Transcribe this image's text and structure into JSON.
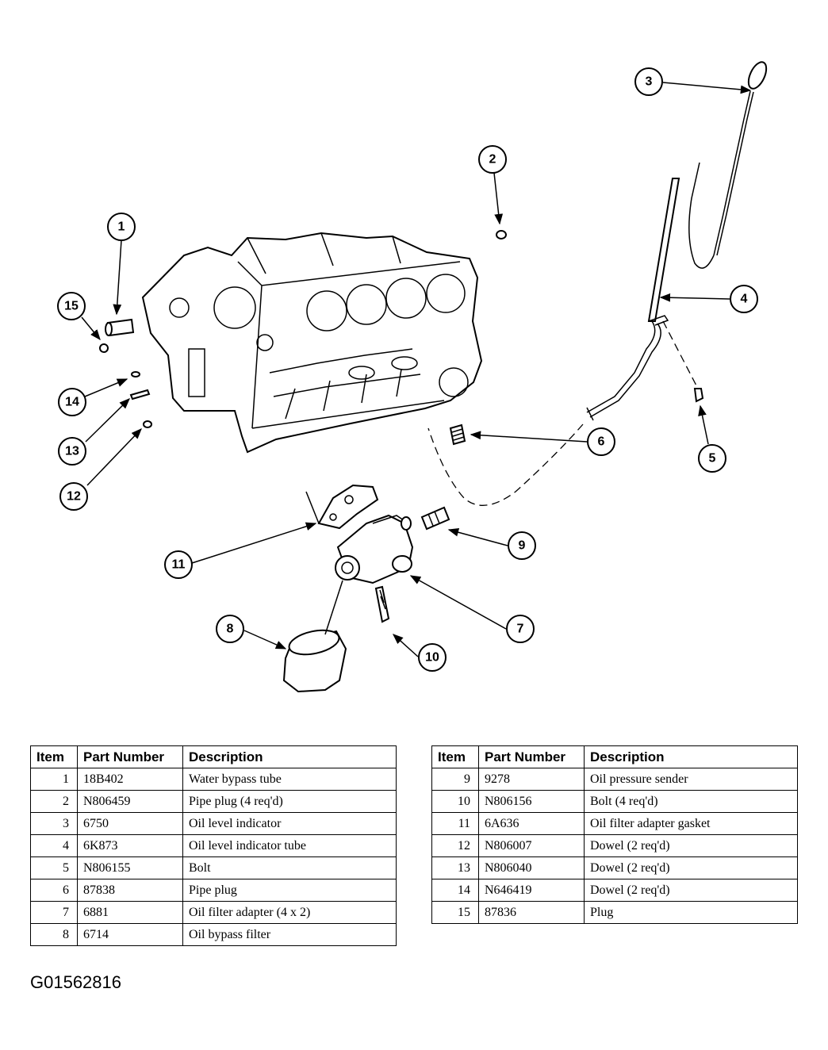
{
  "figure_id": "G01562816",
  "callouts": [
    "1",
    "2",
    "3",
    "4",
    "5",
    "6",
    "7",
    "8",
    "9",
    "10",
    "11",
    "12",
    "13",
    "14",
    "15"
  ],
  "table_headers": {
    "item": "Item",
    "part_number": "Part Number",
    "description": "Description"
  },
  "parts_left": [
    {
      "item": "1",
      "part_number": "18B402",
      "description": "Water bypass tube"
    },
    {
      "item": "2",
      "part_number": "N806459",
      "description": "Pipe plug (4 req'd)"
    },
    {
      "item": "3",
      "part_number": "6750",
      "description": "Oil level indicator"
    },
    {
      "item": "4",
      "part_number": "6K873",
      "description": "Oil level indicator tube"
    },
    {
      "item": "5",
      "part_number": "N806155",
      "description": "Bolt"
    },
    {
      "item": "6",
      "part_number": "87838",
      "description": "Pipe plug"
    },
    {
      "item": "7",
      "part_number": "6881",
      "description": "Oil filter adapter (4 x 2)"
    },
    {
      "item": "8",
      "part_number": "6714",
      "description": "Oil bypass filter"
    }
  ],
  "parts_right": [
    {
      "item": "9",
      "part_number": "9278",
      "description": "Oil pressure sender"
    },
    {
      "item": "10",
      "part_number": "N806156",
      "description": "Bolt (4 req'd)"
    },
    {
      "item": "11",
      "part_number": "6A636",
      "description": "Oil filter adapter gasket"
    },
    {
      "item": "12",
      "part_number": "N806007",
      "description": "Dowel (2 req'd)"
    },
    {
      "item": "13",
      "part_number": "N806040",
      "description": "Dowel (2 req'd)"
    },
    {
      "item": "14",
      "part_number": "N646419",
      "description": "Dowel (2 req'd)"
    },
    {
      "item": "15",
      "part_number": "87836",
      "description": "Plug"
    }
  ]
}
